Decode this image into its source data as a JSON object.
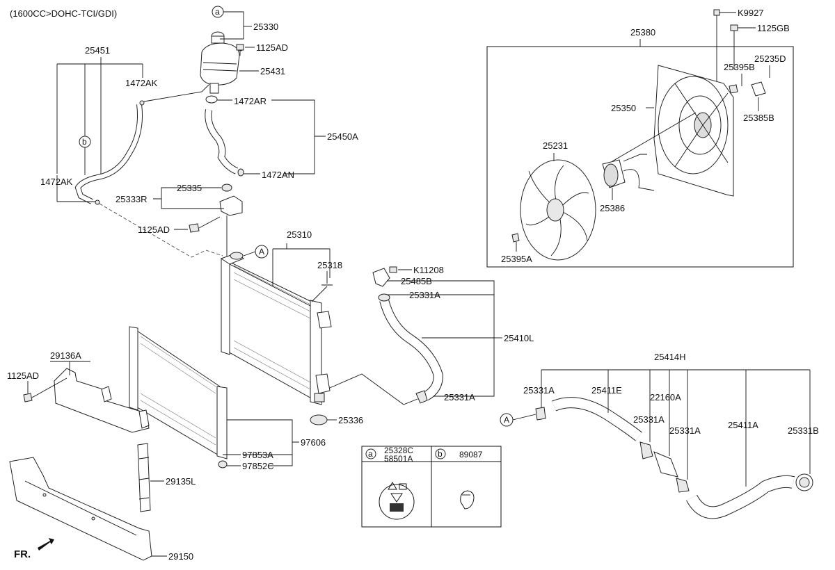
{
  "header": {
    "engine": "(1600CC>DOHC-TCI/GDI)"
  },
  "parts": {
    "p25330": "25330",
    "p1125AD_top": "1125AD",
    "p25431": "25431",
    "p25451": "25451",
    "p1472AK_top": "1472AK",
    "p1472AR": "1472AR",
    "p25450A": "25450A",
    "p1472AN": "1472AN",
    "p1472AK_left": "1472AK",
    "p25335": "25335",
    "p25333R": "25333R",
    "p1125AD_mid": "1125AD",
    "p25310": "25310",
    "p25318": "25318",
    "p29136A": "29136A",
    "p1125AD_left": "1125AD",
    "p97853A": "97853A",
    "p97606": "97606",
    "p97852C": "97852C",
    "p29135L": "29135L",
    "p29150": "29150",
    "p25336": "25336",
    "pK11208": "K11208",
    "p25485B": "25485B",
    "p25331A_1": "25331A",
    "p25410L": "25410L",
    "p25331A_2": "25331A",
    "p25414H": "25414H",
    "p25331A_3": "25331A",
    "p25411E": "25411E",
    "p22160A": "22160A",
    "p25331A_4": "25331A",
    "p25331A_5": "25331A",
    "p25411A": "25411A",
    "p25331B": "25331B",
    "pK9927": "K9927",
    "p1125GB": "1125GB",
    "p25380": "25380",
    "p25235D": "25235D",
    "p25395B": "25395B",
    "p25350": "25350",
    "p25385B": "25385B",
    "p25231": "25231",
    "p25386": "25386",
    "p25395A": "25395A"
  },
  "markers": {
    "a": "a",
    "b": "b",
    "A": "A"
  },
  "legend": {
    "a_key": "a",
    "a_part1": "25328C",
    "a_part2": "58501A",
    "b_key": "b",
    "b_part": "89087"
  },
  "direction": {
    "front": "FR."
  }
}
